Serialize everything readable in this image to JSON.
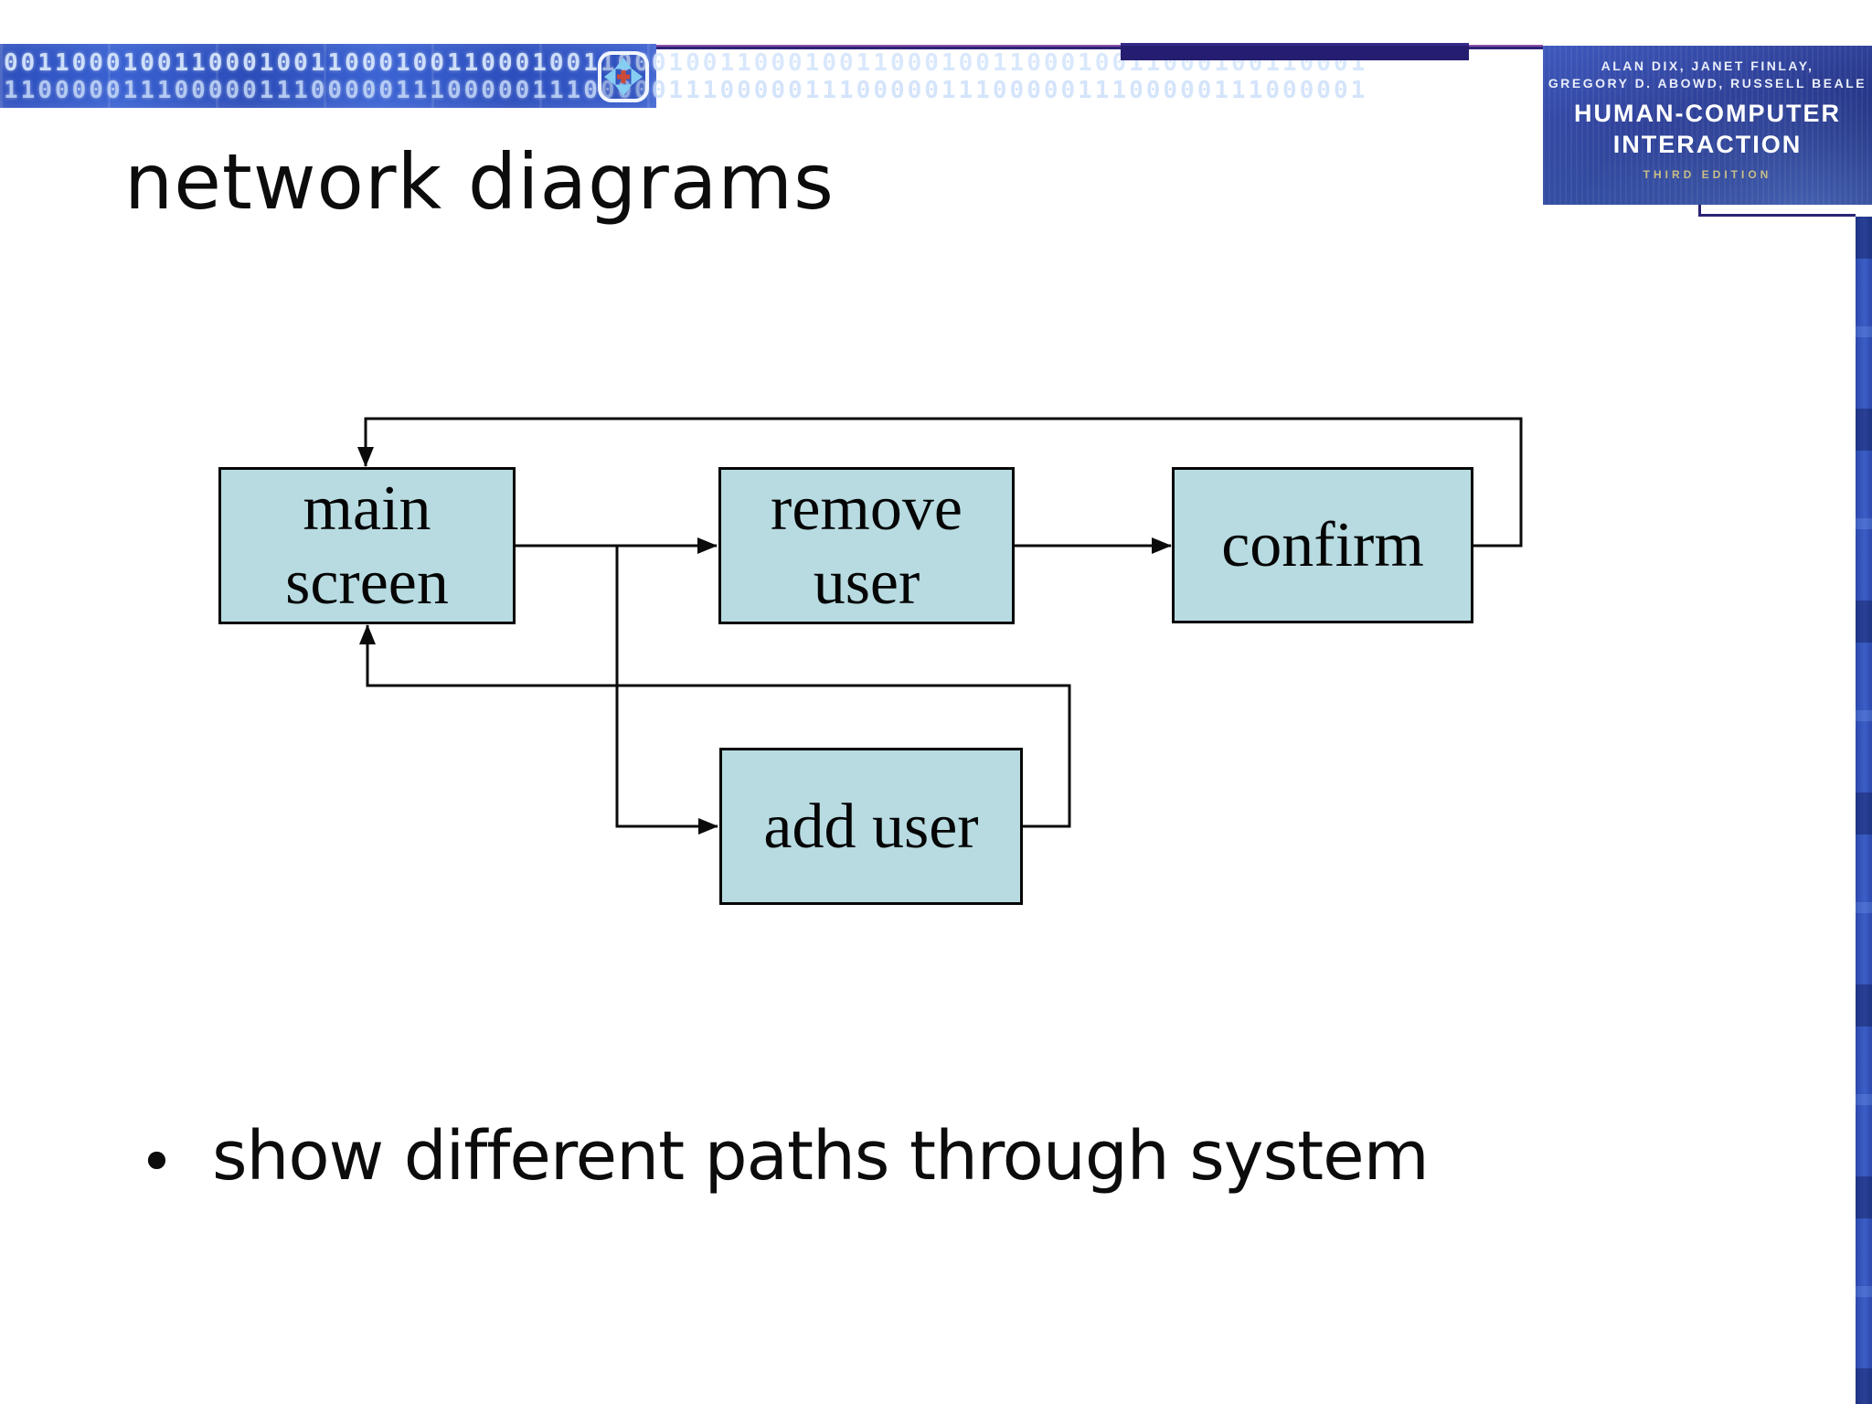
{
  "slide": {
    "title": "network diagrams",
    "bullet_marker": "•",
    "bullet": "show different paths through system"
  },
  "header": {
    "binary_row1": "00110001001100010011000100110001001100010011000100110001001100010011000100110001",
    "binary_row2": "11000001110000011100000111000001110000011100000111000001110000011100000111000001",
    "icon": "navigation-arrows-icon"
  },
  "book_cover": {
    "authors_line1": "ALAN DIX, JANET FINLAY,",
    "authors_line2": "GREGORY D. ABOWD, RUSSELL BEALE",
    "title_line1": "HUMAN-COMPUTER",
    "title_line2": "INTERACTION",
    "edition": "THIRD EDITION"
  },
  "diagram": {
    "nodes": [
      {
        "id": "main-screen",
        "lines": [
          "main",
          "screen"
        ]
      },
      {
        "id": "remove-user",
        "lines": [
          "remove",
          "user"
        ]
      },
      {
        "id": "confirm",
        "lines": [
          "confirm"
        ]
      },
      {
        "id": "add-user",
        "lines": [
          "add user"
        ]
      }
    ],
    "edges": [
      "main screen -> remove user",
      "main screen -> add user",
      "remove user -> confirm",
      "confirm -> main screen",
      "add user -> main screen"
    ]
  },
  "colors": {
    "node_fill": "#b7dbe1",
    "node_border": "#050505",
    "line_black": "#0b0b0b",
    "navy_bar": "#2b2478",
    "banner_blue": "#3a62d2",
    "strip_blue": "#3c5ec6",
    "edition_tan": "#c9bd85"
  }
}
